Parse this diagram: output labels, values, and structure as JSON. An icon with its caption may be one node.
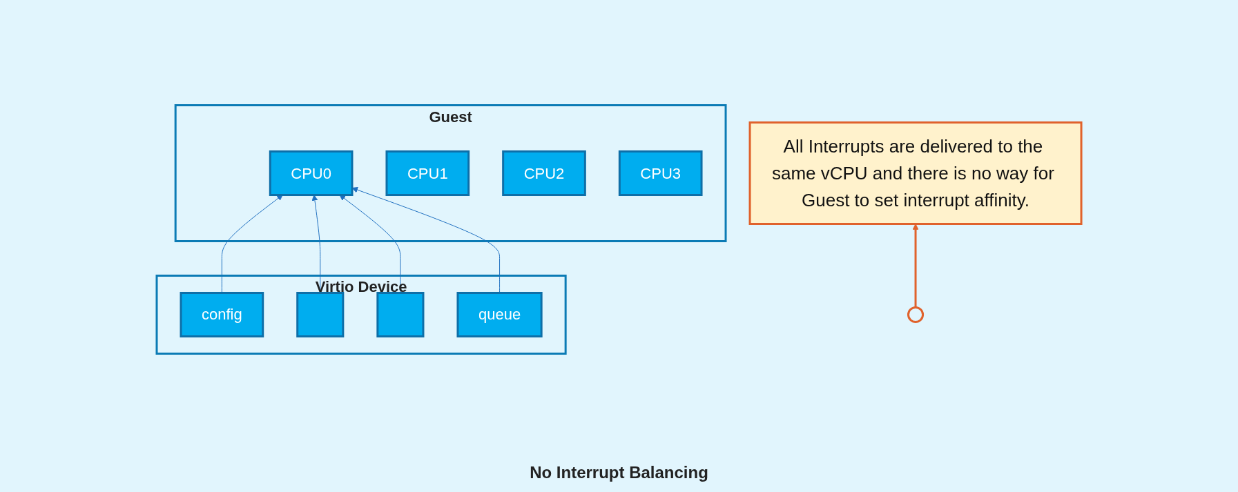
{
  "diagram": {
    "caption": "No Interrupt Balancing",
    "nodes": [
      {
        "text": [
          "Guest"
        ]
      },
      {
        "text": [
          "CPU0"
        ],
        "in": 0
      },
      {
        "text": [
          "CPU1"
        ],
        "in": 0
      },
      {
        "text": [
          "CPU2"
        ],
        "in": 0
      },
      {
        "text": [
          "CPU3"
        ],
        "in": 0
      },
      {
        "text": [
          "Virtio Device"
        ]
      },
      {
        "text": [
          "config"
        ],
        "in": 5
      },
      {
        "text": [],
        "shape": "box",
        "in": 5
      },
      {
        "text": [],
        "shape": "box",
        "in": 5
      },
      {
        "text": [
          "queue"
        ],
        "in": 5
      },
      {
        "text": [],
        "shape": "ellipse"
      },
      {
        "text": [
          "All Interrupts are delivered to the same vCPU and there is no way for Guest to set interrupt affinity."
        ]
      }
    ],
    "edges": [
      {
        "from": 6,
        "to": 1,
        "arrow": "to"
      },
      {
        "from": 7,
        "to": 1,
        "arrow": "to"
      },
      {
        "from": 8,
        "to": 1,
        "arrow": "to"
      },
      {
        "from": 9,
        "to": 1,
        "arrow": "to"
      },
      {
        "from": 10,
        "to": 11,
        "arrow": "to",
        "color": "#e0622c"
      }
    ]
  }
}
